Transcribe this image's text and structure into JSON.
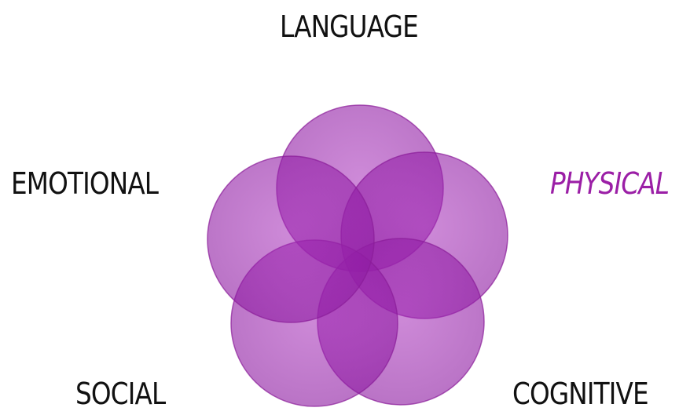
{
  "diagram": {
    "labels": {
      "language": "LANGUAGE",
      "emotional": "EMOTIONAL",
      "physical": "PHYSICAL",
      "social": "SOCIAL",
      "cognitive": "COGNITIVE"
    },
    "highlighted": "physical",
    "colors": {
      "circle_fill": "#a020b4",
      "circle_stroke": "#8a1c98",
      "highlight_text": "#9b1fa6",
      "text": "#111111"
    }
  }
}
